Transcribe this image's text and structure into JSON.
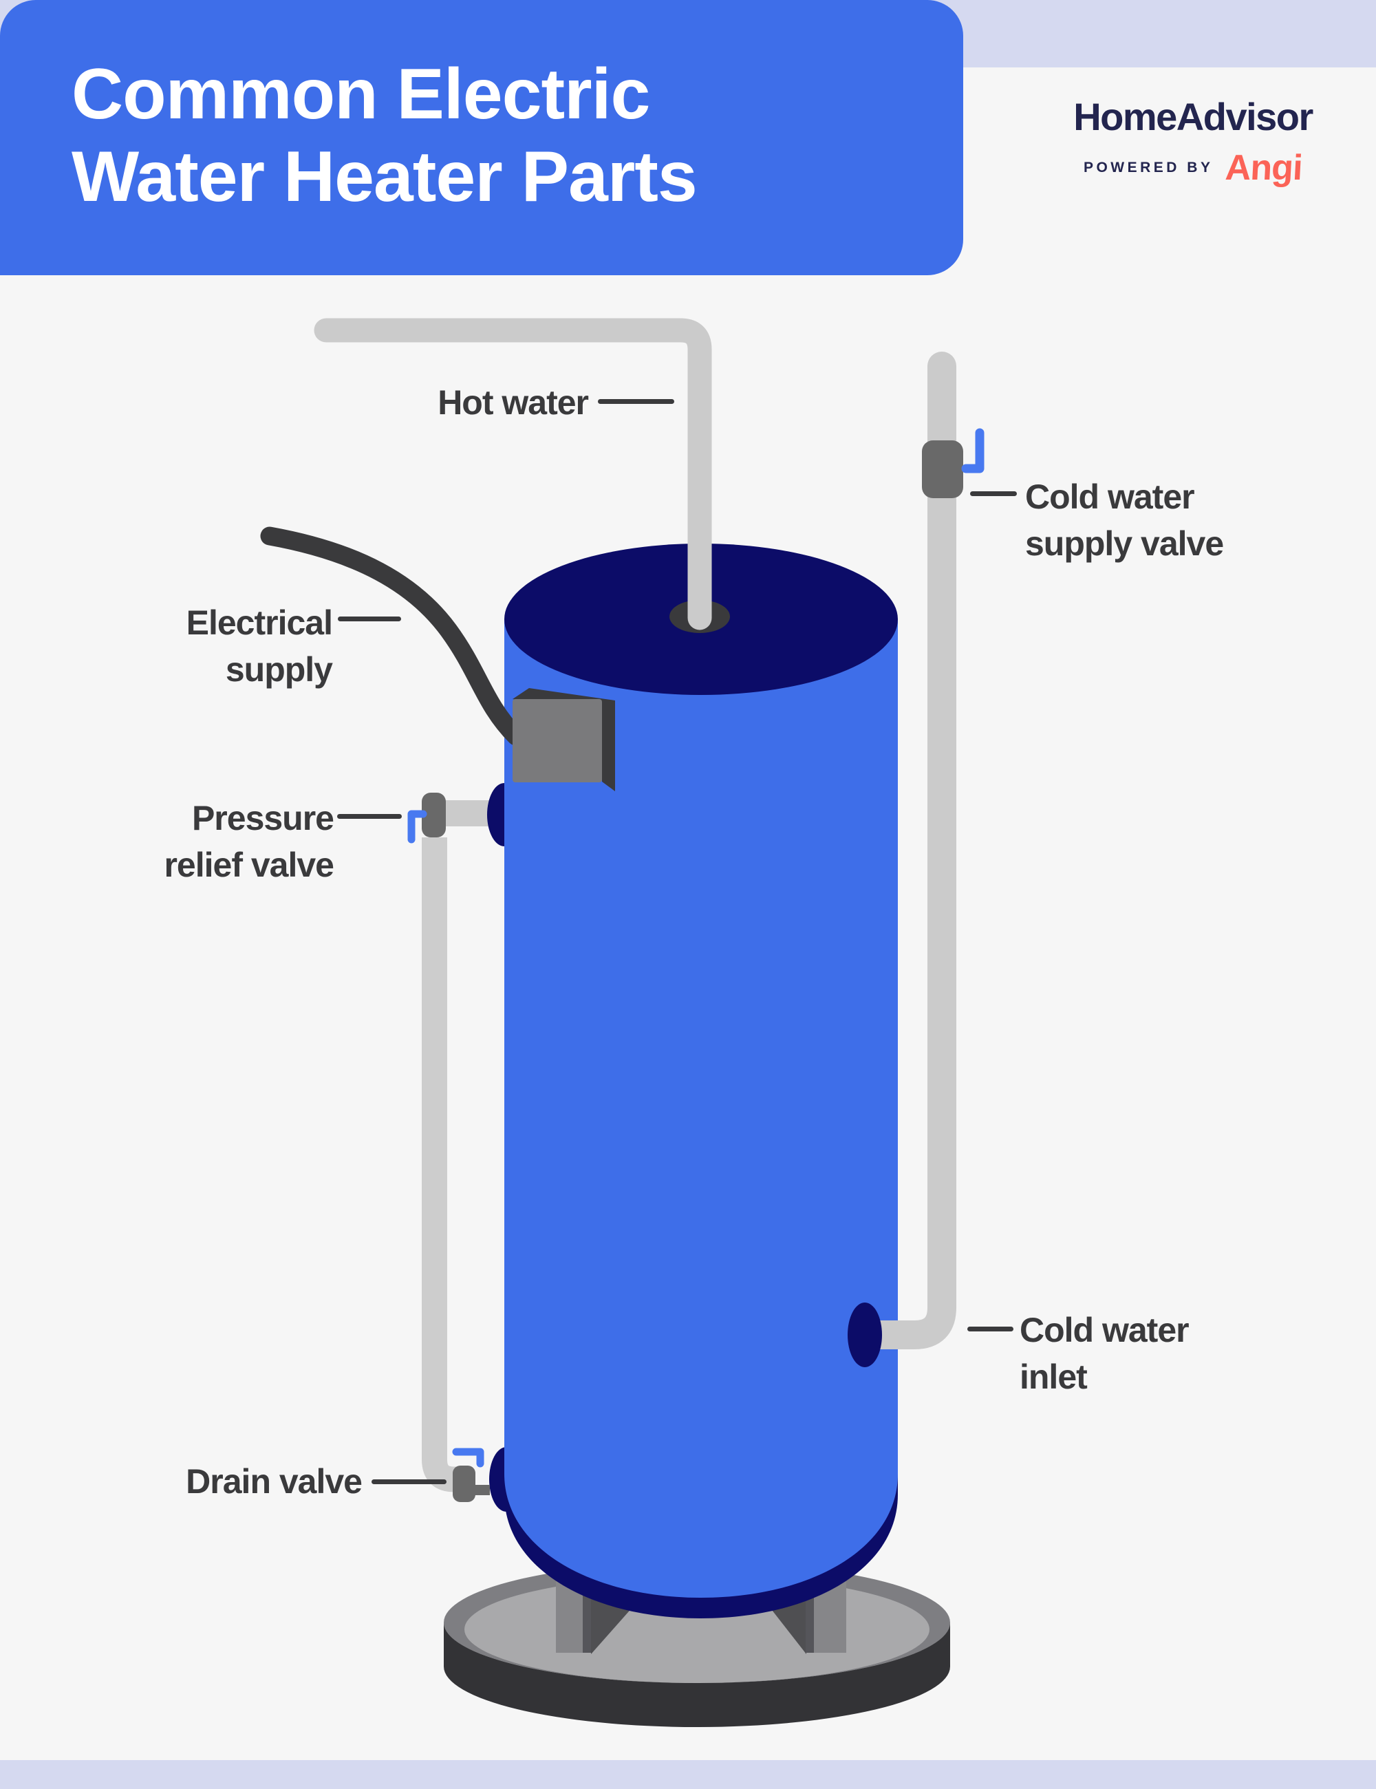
{
  "page": {
    "background": "#F6F6F6",
    "accent_band_color": "#D5D9F0"
  },
  "header": {
    "title_line1": "Common Electric",
    "title_line2": "Water Heater Parts",
    "background": "#3E6EE9",
    "text_color": "#FFFFFF"
  },
  "logo": {
    "brand": "HomeAdvisor",
    "powered_by": "POWERED BY",
    "partner": "Angi",
    "brand_color": "#23254F",
    "partner_color": "#FB6357"
  },
  "labels": {
    "hot_water": "Hot water",
    "cold_supply_line1": "Cold water",
    "cold_supply_line2": "supply valve",
    "electrical_line1": "Electrical",
    "electrical_line2": "supply",
    "pressure_line1": "Pressure",
    "pressure_line2": "relief valve",
    "cold_inlet_line1": "Cold water",
    "cold_inlet_line2": "inlet",
    "drain": "Drain valve"
  },
  "colors": {
    "tank_blue": "#3E6EE9",
    "tank_navy": "#0C0C68",
    "pipe_gray": "#CBCBCB",
    "drain_pipe_gray": "#CDCDCD",
    "valve_gray": "#696969",
    "handle_blue": "#4879F0",
    "dark": "#3A3A3C",
    "box_front": "#7A7A7C",
    "pan_rim": "#7E7E82",
    "pan_floor": "#A9A9AB",
    "pan_wall": "#333336",
    "leg": "#868689",
    "leg_shade": "#55555A",
    "leg_shadow": "#4F4F52",
    "label_text": "#3A3A3C"
  }
}
